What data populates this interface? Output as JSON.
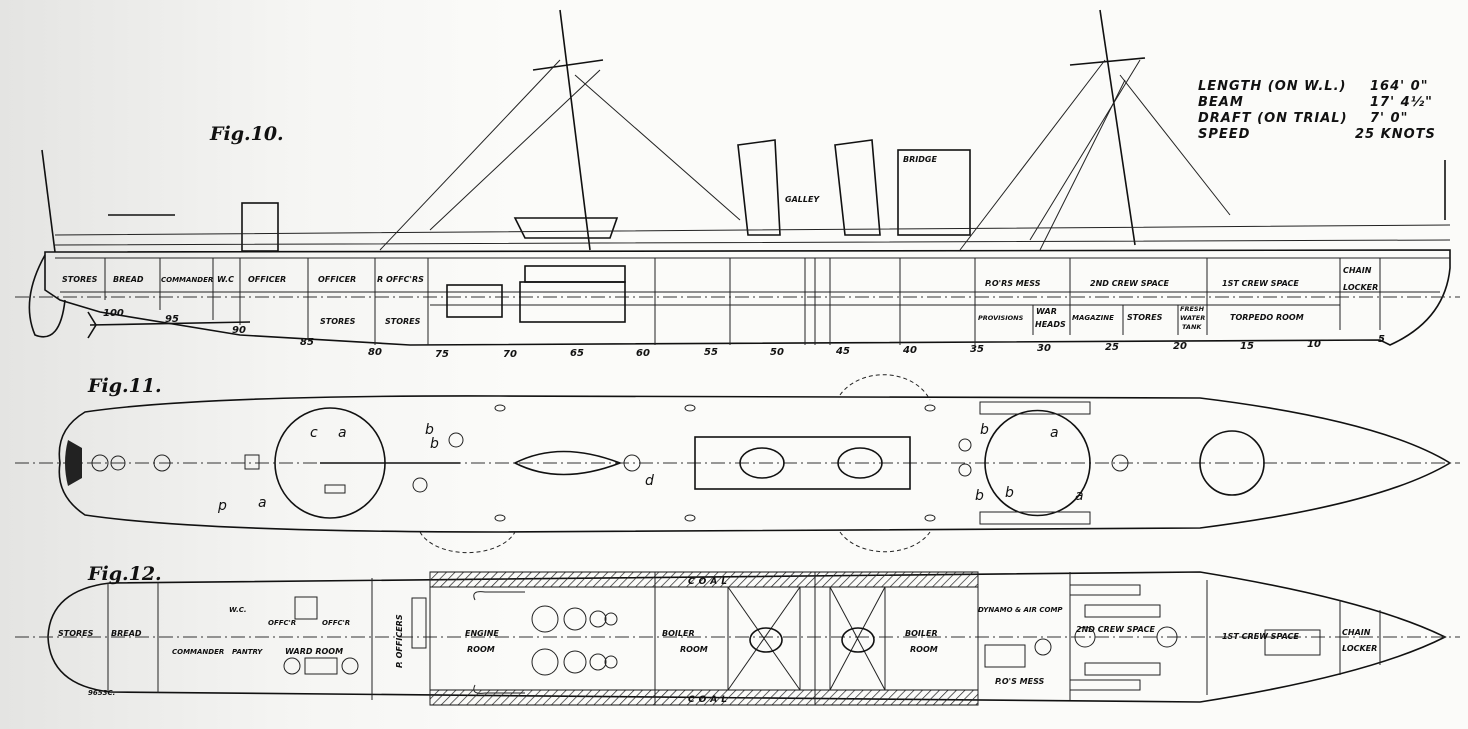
{
  "figures": {
    "fig10": {
      "title": "Fig.10.",
      "specs": [
        {
          "label": "LENGTH (ON W.L.)",
          "value": "164' 0\""
        },
        {
          "label": "BEAM",
          "value": "17' 4½\""
        },
        {
          "label": "DRAFT (ON TRIAL)",
          "value": "7' 0\""
        },
        {
          "label": "SPEED",
          "value": "25 KNOTS"
        }
      ],
      "upper_compartments": [
        "STORES",
        "BREAD",
        "COMMANDER",
        "W.C",
        "OFFICER",
        "OFFICER",
        "R OFFC'RS",
        "P.O'RS MESS",
        "2ND CREW SPACE",
        "1ST CREW SPACE",
        "CHAIN",
        "LOCKER"
      ],
      "lower_compartments": [
        "STORES",
        "STORES",
        "PROVISIONS",
        "WAR",
        "HEADS",
        "MAGAZINE",
        "STORES",
        "FRESH",
        "WATER",
        "TANK",
        "TORPEDO ROOM"
      ],
      "deck_labels": [
        "GALLEY",
        "BRIDGE"
      ],
      "frame_numbers": [
        "100",
        "95",
        "90",
        "85",
        "80",
        "75",
        "70",
        "65",
        "60",
        "55",
        "50",
        "45",
        "40",
        "35",
        "30",
        "25",
        "20",
        "15",
        "10",
        "5"
      ]
    },
    "fig11": {
      "title": "Fig.11.",
      "deck_letters": [
        "c",
        "a",
        "b",
        "b",
        "a",
        "p",
        "a",
        "d",
        "b",
        "a",
        "b",
        "b"
      ]
    },
    "fig12": {
      "title": "Fig.12.",
      "compartments": [
        "STORES",
        "BREAD",
        "W.C.",
        "OFFC'R",
        "OFFC'R",
        "COMMANDER",
        "PANTRY",
        "WARD ROOM",
        "P. OFFICERS",
        "ENGINE",
        "ROOM",
        "BOILER",
        "ROOM",
        "BOILER",
        "ROOM",
        "COAL",
        "COAL",
        "DYNAMO & AIR COMP",
        "P.O'S MESS",
        "2ND CREW SPACE",
        "1ST CREW SPACE",
        "CHAIN",
        "LOCKER"
      ],
      "plate_number": "9653C."
    }
  }
}
